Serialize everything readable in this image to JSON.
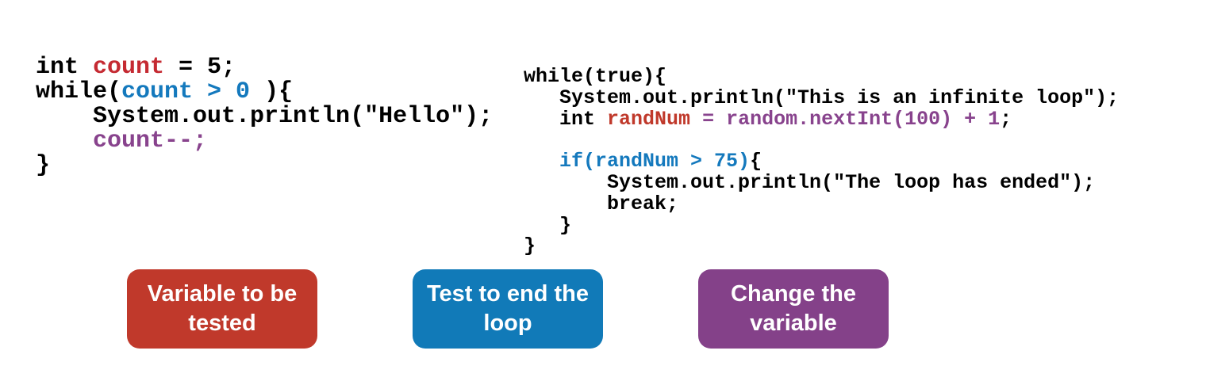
{
  "colors": {
    "variable": "#c0392b",
    "test": "#117ab8",
    "change": "#844189"
  },
  "left_code": {
    "l1_a": "int ",
    "l1_var": "count",
    "l1_b": " = 5;",
    "l2_a": "while(",
    "l2_test": "count > 0",
    "l2_b": " ){",
    "l3": "    System.out.println(\"Hello\");",
    "l4_indent": "    ",
    "l4_change": "count--;",
    "l5": "}"
  },
  "right_code": {
    "r1": "while(true){",
    "r2": "   System.out.println(\"This is an infinite loop\");",
    "r3_a": "   int ",
    "r3_var": "randNum",
    "r3_change": " = random.nextInt(100) + 1",
    "r3_b": ";",
    "r4": "",
    "r5_indent": "   ",
    "r5_test": "if(randNum > 75)",
    "r5_b": "{",
    "r6": "       System.out.println(\"The loop has ended\");",
    "r7": "       break;",
    "r8": "   }",
    "r9": "}"
  },
  "legend": {
    "variable_label": "Variable to be tested",
    "test_label": "Test to end the loop",
    "change_label": "Change the variable"
  }
}
